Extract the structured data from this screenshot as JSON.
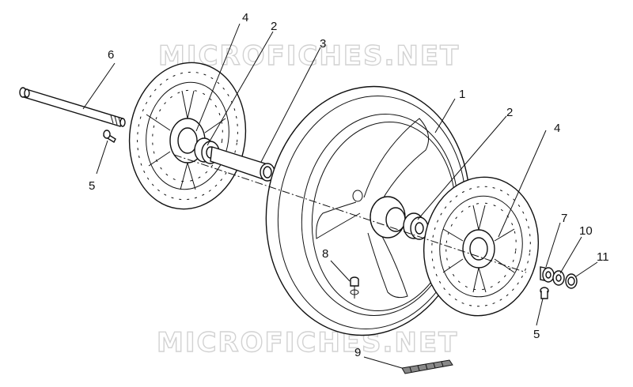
{
  "watermark": {
    "text": "MICROFICHES.NET"
  },
  "callouts": [
    {
      "id": "1",
      "text": "1"
    },
    {
      "id": "2a",
      "text": "2"
    },
    {
      "id": "2b",
      "text": "2"
    },
    {
      "id": "3",
      "text": "3"
    },
    {
      "id": "4a",
      "text": "4"
    },
    {
      "id": "4b",
      "text": "4"
    },
    {
      "id": "5a",
      "text": "5"
    },
    {
      "id": "5b",
      "text": "5"
    },
    {
      "id": "6",
      "text": "6"
    },
    {
      "id": "7",
      "text": "7"
    },
    {
      "id": "8",
      "text": "8"
    },
    {
      "id": "9",
      "text": "9"
    },
    {
      "id": "10",
      "text": "10"
    },
    {
      "id": "11",
      "text": "11"
    }
  ]
}
